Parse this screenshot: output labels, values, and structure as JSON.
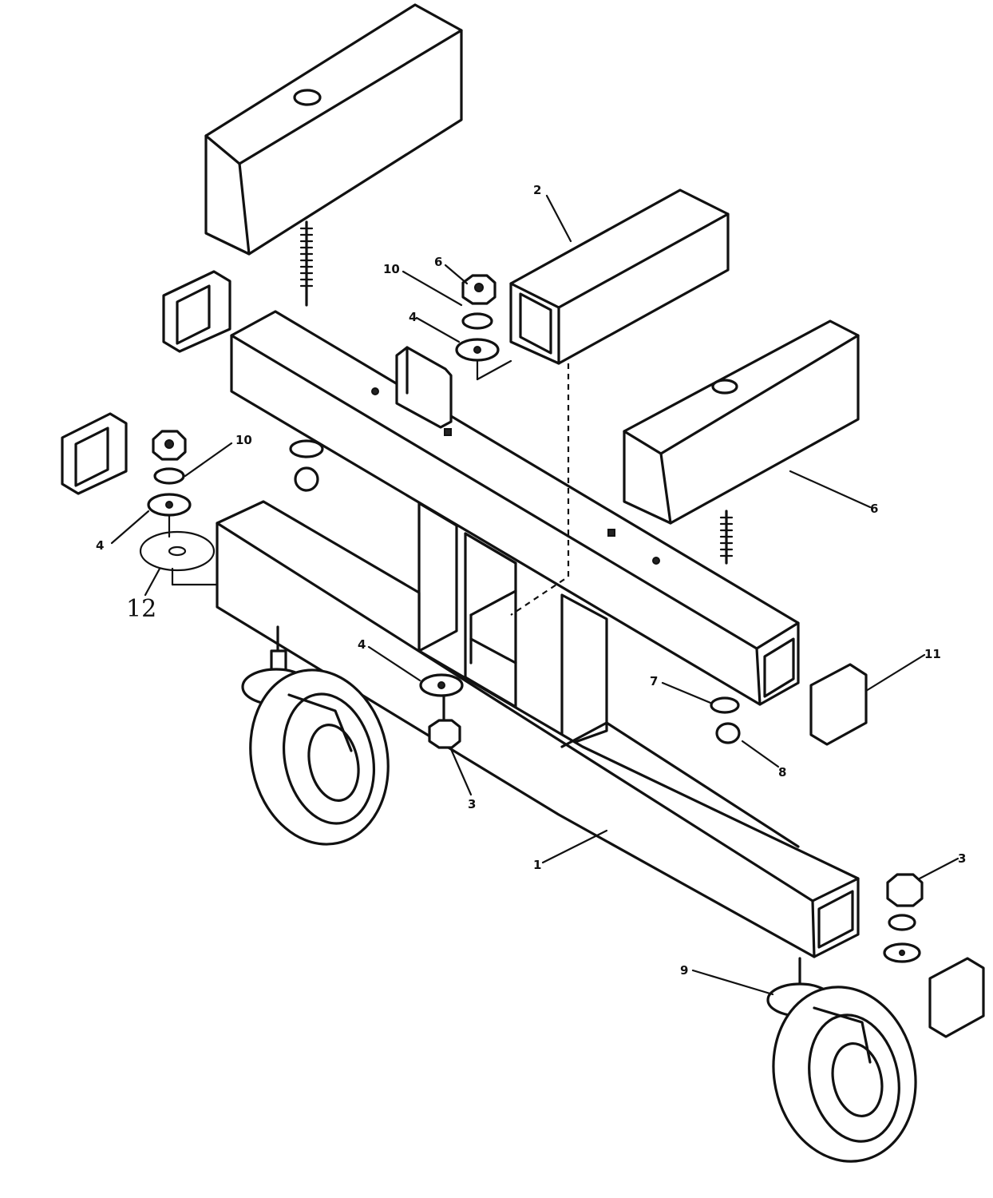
{
  "diagram": {
    "callouts": [
      {
        "id": "c2a",
        "label": "2"
      },
      {
        "id": "c10a",
        "label": "10"
      },
      {
        "id": "c6a",
        "label": "6"
      },
      {
        "id": "c4a",
        "label": "4"
      },
      {
        "id": "c10b",
        "label": "10"
      },
      {
        "id": "c4b",
        "label": "4"
      },
      {
        "id": "c12",
        "label": "12"
      },
      {
        "id": "c6b",
        "label": "6"
      },
      {
        "id": "c4c",
        "label": "4"
      },
      {
        "id": "c7",
        "label": "7"
      },
      {
        "id": "c11",
        "label": "11"
      },
      {
        "id": "c8",
        "label": "8"
      },
      {
        "id": "c3a",
        "label": "3"
      },
      {
        "id": "c1",
        "label": "1"
      },
      {
        "id": "c3b",
        "label": "3"
      },
      {
        "id": "c9",
        "label": "9"
      }
    ]
  }
}
